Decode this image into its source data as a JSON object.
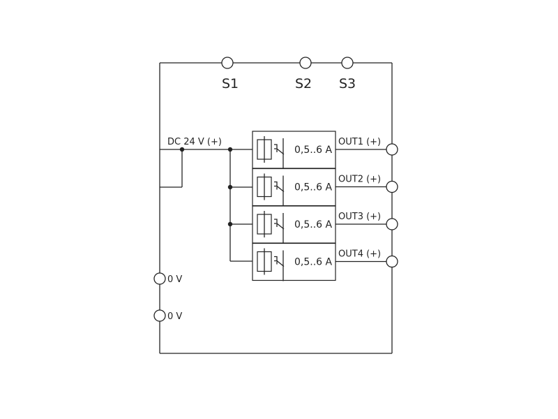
{
  "supply": {
    "dc_label": "DC 24 V (+)",
    "zero_v_1": "0 V",
    "zero_v_2": "0 V"
  },
  "signals": [
    "S1",
    "S2",
    "S3"
  ],
  "channels": [
    {
      "output": "OUT1 (+)",
      "rating": "0,5..6 A"
    },
    {
      "output": "OUT2 (+)",
      "rating": "0,5..6 A"
    },
    {
      "output": "OUT3 (+)",
      "rating": "0,5..6 A"
    },
    {
      "output": "OUT4 (+)",
      "rating": "0,5..6 A"
    }
  ],
  "colors": {
    "line": "#222222",
    "background": "#ffffff"
  }
}
